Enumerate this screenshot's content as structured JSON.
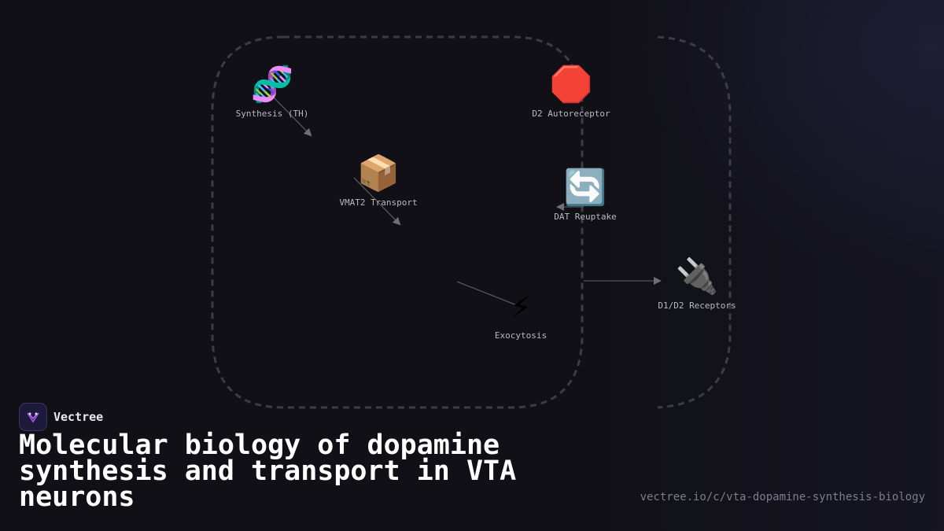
{
  "nodes": {
    "synthesis": {
      "icon": "🧬",
      "icon_name": "dna-icon",
      "label": "Synthesis (TH)"
    },
    "vmat2": {
      "icon": "📦",
      "icon_name": "package-icon",
      "label": "VMAT2 Transport"
    },
    "d2": {
      "icon": "🛑",
      "icon_name": "stop-sign-icon",
      "label": "D2 Autoreceptor"
    },
    "dat": {
      "icon": "🔄",
      "icon_name": "cycle-arrows-icon",
      "label": "DAT Reuptake"
    },
    "receptors": {
      "icon": "🔌",
      "icon_name": "plug-icon",
      "label": "D1/D2 Receptors"
    },
    "exocytosis": {
      "icon": "⚡",
      "icon_name": "lightning-icon",
      "label": "Exocytosis"
    }
  },
  "brand": {
    "name": "Vectree",
    "logo_icon": "vectree-logo-icon"
  },
  "title": "Molecular biology of dopamine synthesis and transport in VTA neurons",
  "url": "vectree.io/c/vta-dopamine-synthesis-biology",
  "colors": {
    "background": "#111016",
    "outline": "#3c3c44",
    "edge": "#55555c",
    "accent": "#a855f7"
  }
}
